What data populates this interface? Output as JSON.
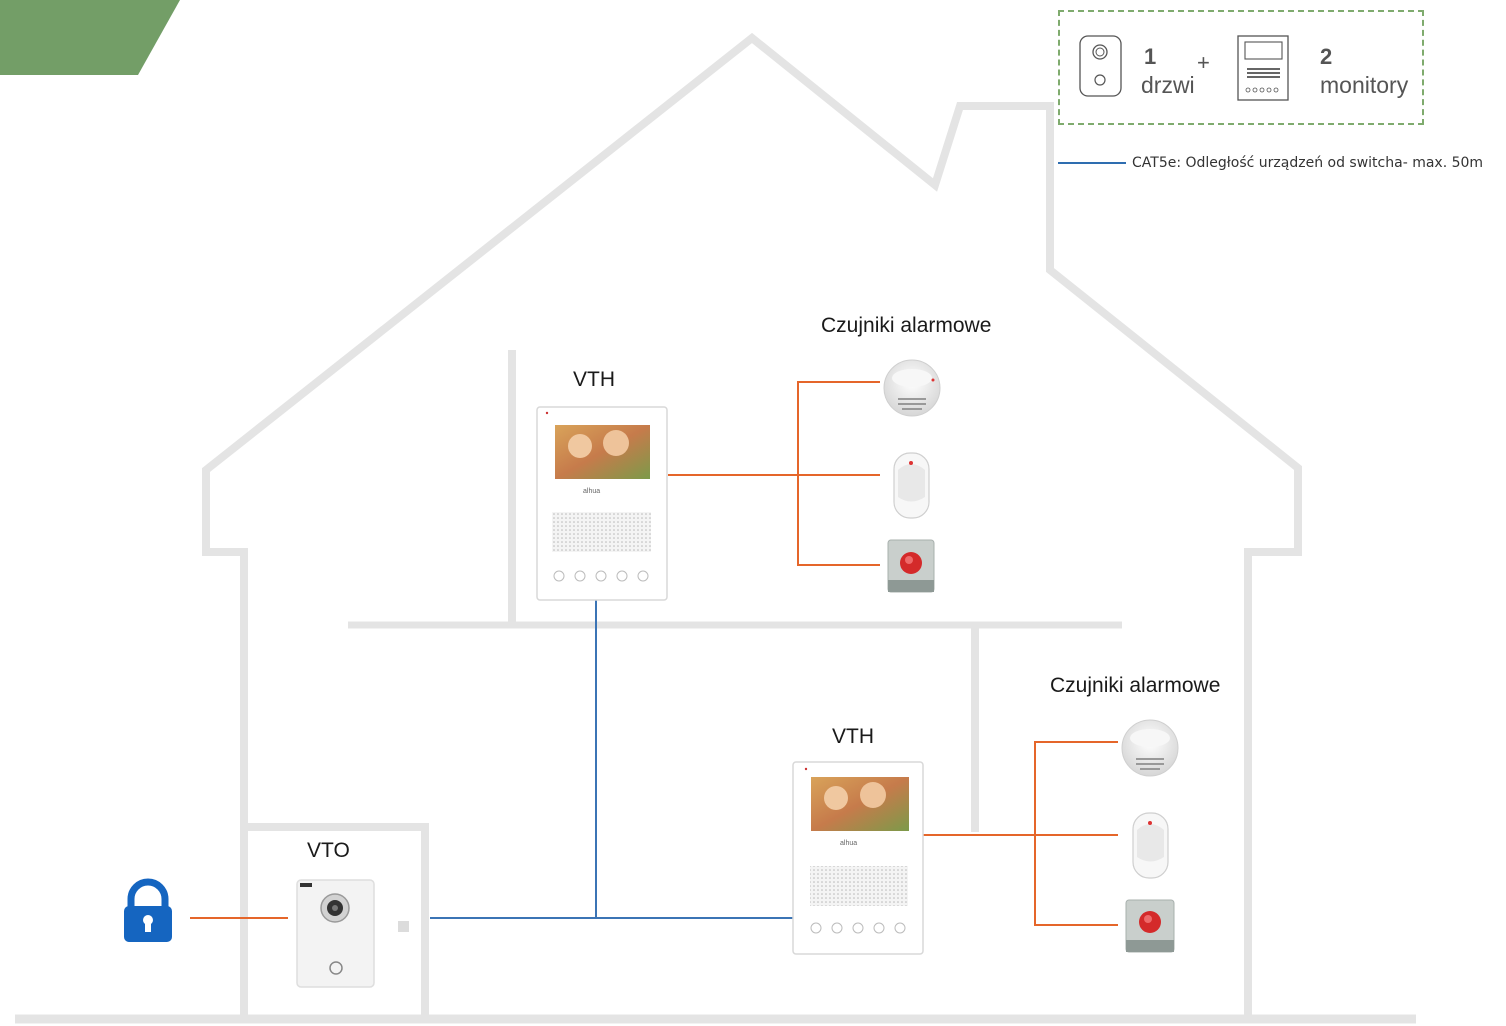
{
  "legend": {
    "door_count": "1",
    "door_label": "drzwi",
    "plus": "+",
    "monitor_count": "2",
    "monitor_label": "monitory",
    "cable_note": "CAT5e: Odległość urządzeń od switcha- max. 50m",
    "dash_color": "#7fab6e",
    "cable_color": "#2e6db0"
  },
  "upper_floor": {
    "sensors_label": "Czujniki alarmowe",
    "monitor_label": "VTH"
  },
  "lower_floor": {
    "sensors_label": "Czujniki alarmowe",
    "monitor_label": "VTH"
  },
  "door_station": {
    "label": "VTO"
  },
  "icons": [
    "lock-icon",
    "smoke-detector-icon",
    "motion-sensor-icon",
    "panic-button-icon",
    "door-station-icon",
    "monitor-icon"
  ],
  "colors": {
    "wall": "#e4e4e4",
    "signal_wire": "#e5662a",
    "network_wire": "#3b74b5",
    "corner_accent": "#739e67",
    "lock": "#1565c0"
  }
}
